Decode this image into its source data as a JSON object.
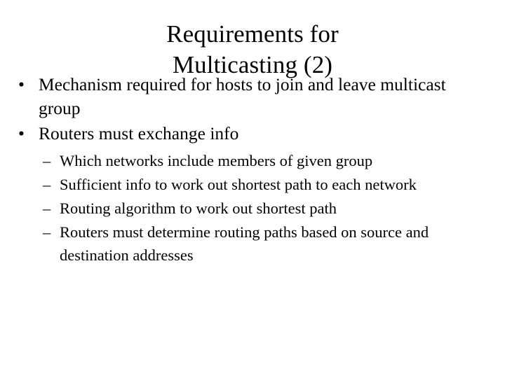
{
  "slide": {
    "background_color": "#ffffff",
    "text_color": "#000000",
    "title": {
      "line1": "Requirements for",
      "line2": "Multicasting (2)"
    },
    "markers": {
      "level1": "•",
      "level2": "–"
    },
    "bullets": [
      {
        "level": 1,
        "text": "Mechanism required for hosts to join and leave multicast group"
      },
      {
        "level": 1,
        "text": "Routers must exchange info"
      },
      {
        "level": 2,
        "text": "Which networks include members of given group"
      },
      {
        "level": 2,
        "text": "Sufficient info to work out shortest path to each network"
      },
      {
        "level": 2,
        "text": "Routing algorithm to work out shortest path"
      },
      {
        "level": 2,
        "text": "Routers must determine routing paths based on source and destination addresses"
      }
    ]
  }
}
